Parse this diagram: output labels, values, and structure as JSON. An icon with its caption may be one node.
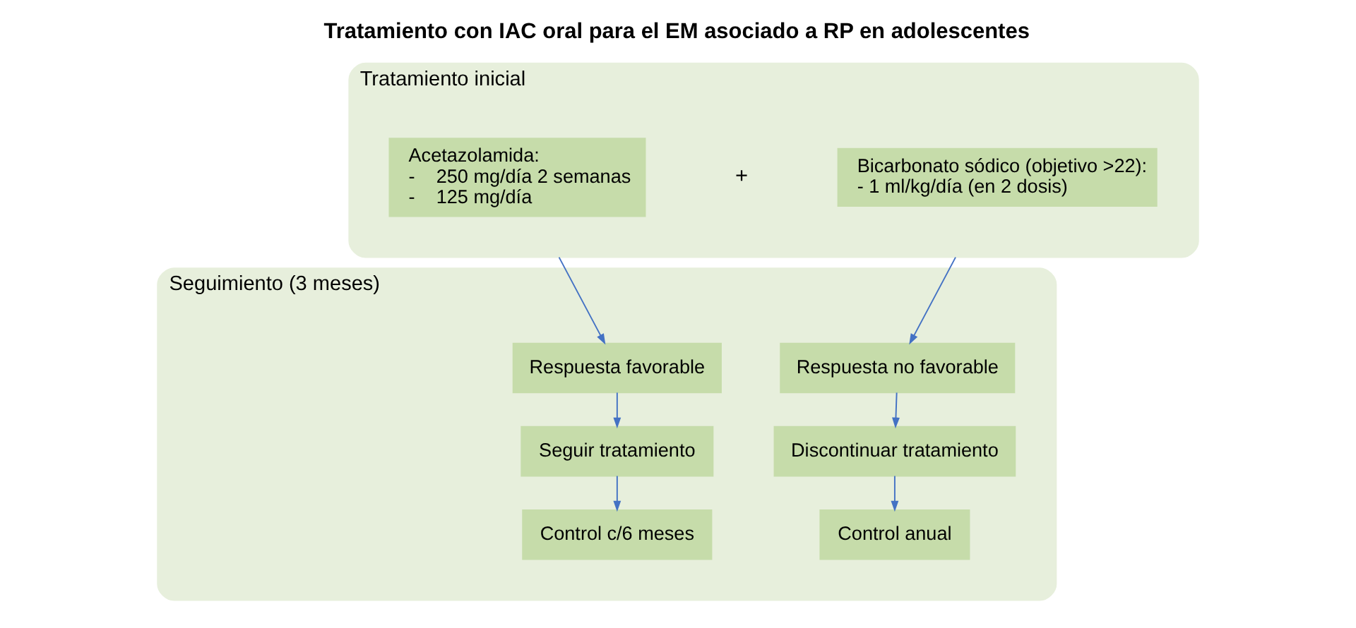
{
  "diagram": {
    "title": "Tratamiento con IAC oral para el EM asociado a RP en adolescentes",
    "nodes": [
      {
        "text": [
          "Tratamiento inicial"
        ]
      },
      {
        "text": [
          "Acetazolamida:",
          "-    250 mg/día 2 semanas",
          "-    125 mg/día"
        ],
        "in": 0
      },
      {
        "text": [
          "Bicarbonato sódico (objetivo >22):",
          "- 1 ml/kg/día (en 2 dosis)"
        ],
        "in": 0
      },
      {
        "text": [
          "Seguimiento (3 meses)"
        ]
      },
      {
        "text": [
          "Respuesta favorable"
        ],
        "in": 3
      },
      {
        "text": [
          "Seguir tratamiento"
        ],
        "in": 3
      },
      {
        "text": [
          "Control c/6 meses"
        ],
        "in": 3
      },
      {
        "text": [
          "Respuesta no favorable"
        ],
        "in": 3
      },
      {
        "text": [
          "Discontinuar tratamiento"
        ],
        "in": 3
      },
      {
        "text": [
          "Control anual"
        ],
        "in": 3
      }
    ],
    "edges": [
      {
        "from": 0,
        "to": 4,
        "arrow": "to"
      },
      {
        "from": 0,
        "to": 7,
        "arrow": "to"
      },
      {
        "from": 4,
        "to": 5,
        "arrow": "to"
      },
      {
        "from": 5,
        "to": 6,
        "arrow": "to"
      },
      {
        "from": 7,
        "to": 8,
        "arrow": "to"
      },
      {
        "from": 8,
        "to": 9,
        "arrow": "to"
      }
    ],
    "labels": [
      "+"
    ]
  }
}
